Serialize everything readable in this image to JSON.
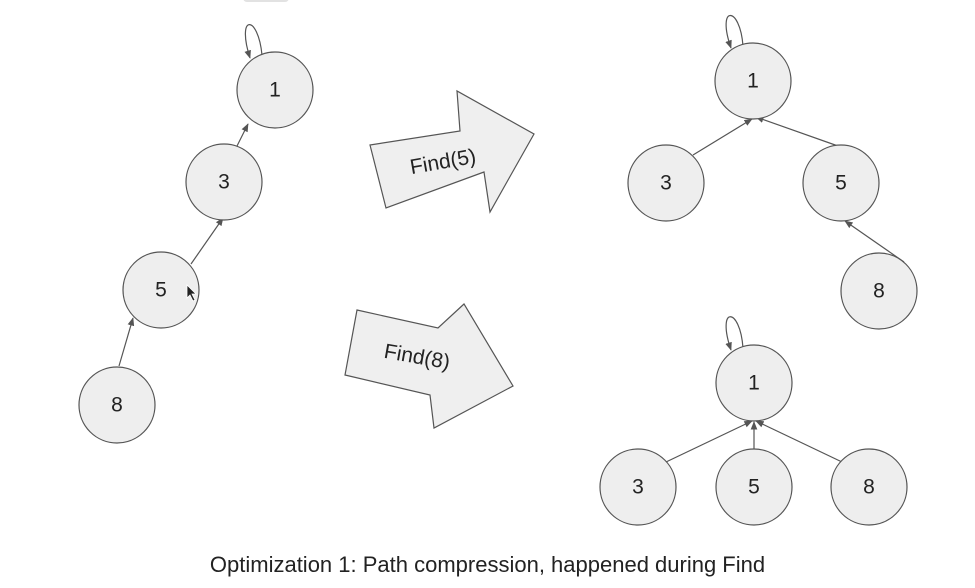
{
  "caption": "Optimization 1: Path compression, happened during Find",
  "arrows": {
    "find5": "Find(5)",
    "find8": "Find(8)"
  },
  "diagrams": {
    "original": {
      "nodes": [
        "1",
        "3",
        "5",
        "8"
      ],
      "parent": {
        "1": "1",
        "3": "1",
        "5": "3",
        "8": "5"
      }
    },
    "after_find5": {
      "nodes": [
        "1",
        "3",
        "5",
        "8"
      ],
      "parent": {
        "1": "1",
        "3": "1",
        "5": "1",
        "8": "5"
      }
    },
    "after_find8": {
      "nodes": [
        "1",
        "3",
        "5",
        "8"
      ],
      "parent": {
        "1": "1",
        "3": "1",
        "5": "1",
        "8": "1"
      }
    }
  },
  "colors": {
    "node_fill": "#eeeeee",
    "stroke": "#555555",
    "arrow_fill": "#efefef",
    "text": "#222222"
  },
  "icons": {
    "cursor": "mouse-cursor-icon"
  }
}
